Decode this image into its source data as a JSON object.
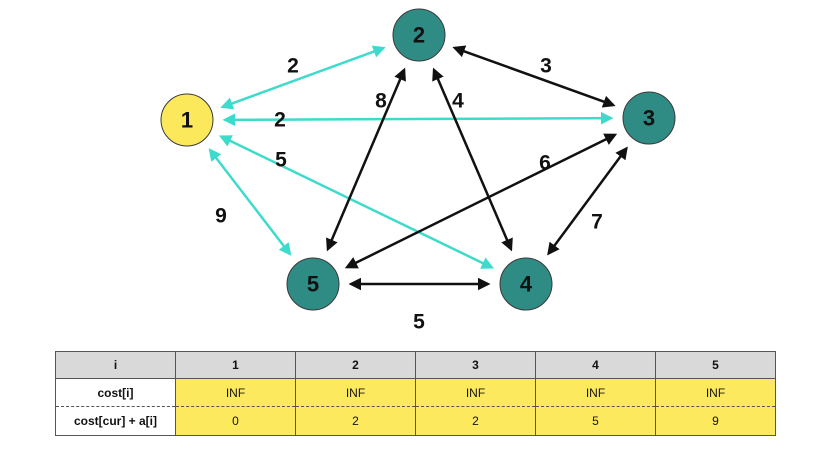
{
  "graph": {
    "nodes": [
      {
        "id": "1",
        "label": "1",
        "color": "#fce85b"
      },
      {
        "id": "2",
        "label": "2",
        "color": "#2f8c84"
      },
      {
        "id": "3",
        "label": "3",
        "color": "#2f8c84"
      },
      {
        "id": "4",
        "label": "4",
        "color": "#2f8c84"
      },
      {
        "id": "5",
        "label": "5",
        "color": "#2f8c84"
      }
    ],
    "edges": [
      {
        "from": "1",
        "to": "2",
        "weight": "2",
        "color": "#3ddbcc"
      },
      {
        "from": "1",
        "to": "3",
        "weight": "2",
        "color": "#3ddbcc"
      },
      {
        "from": "1",
        "to": "4",
        "weight": "5",
        "color": "#3ddbcc"
      },
      {
        "from": "1",
        "to": "5",
        "weight": "9",
        "color": "#3ddbcc"
      },
      {
        "from": "2",
        "to": "3",
        "weight": "3",
        "color": "#111111"
      },
      {
        "from": "2",
        "to": "5",
        "weight": "8",
        "color": "#111111"
      },
      {
        "from": "2",
        "to": "4",
        "weight": "4",
        "color": "#111111"
      },
      {
        "from": "3",
        "to": "5",
        "weight": "6",
        "color": "#111111"
      },
      {
        "from": "3",
        "to": "4",
        "weight": "7",
        "color": "#111111"
      },
      {
        "from": "5",
        "to": "4",
        "weight": "5",
        "color": "#111111"
      }
    ]
  },
  "table": {
    "header": [
      "i",
      "1",
      "2",
      "3",
      "4",
      "5"
    ],
    "rows": [
      {
        "label": "cost[i]",
        "values": [
          "INF",
          "INF",
          "INF",
          "INF",
          "INF"
        ]
      },
      {
        "label": "cost[cur] + a[i]",
        "values": [
          "0",
          "2",
          "2",
          "5",
          "9"
        ]
      }
    ]
  },
  "colors": {
    "highlight": "#fde95e",
    "header": "#d9d9d9"
  }
}
